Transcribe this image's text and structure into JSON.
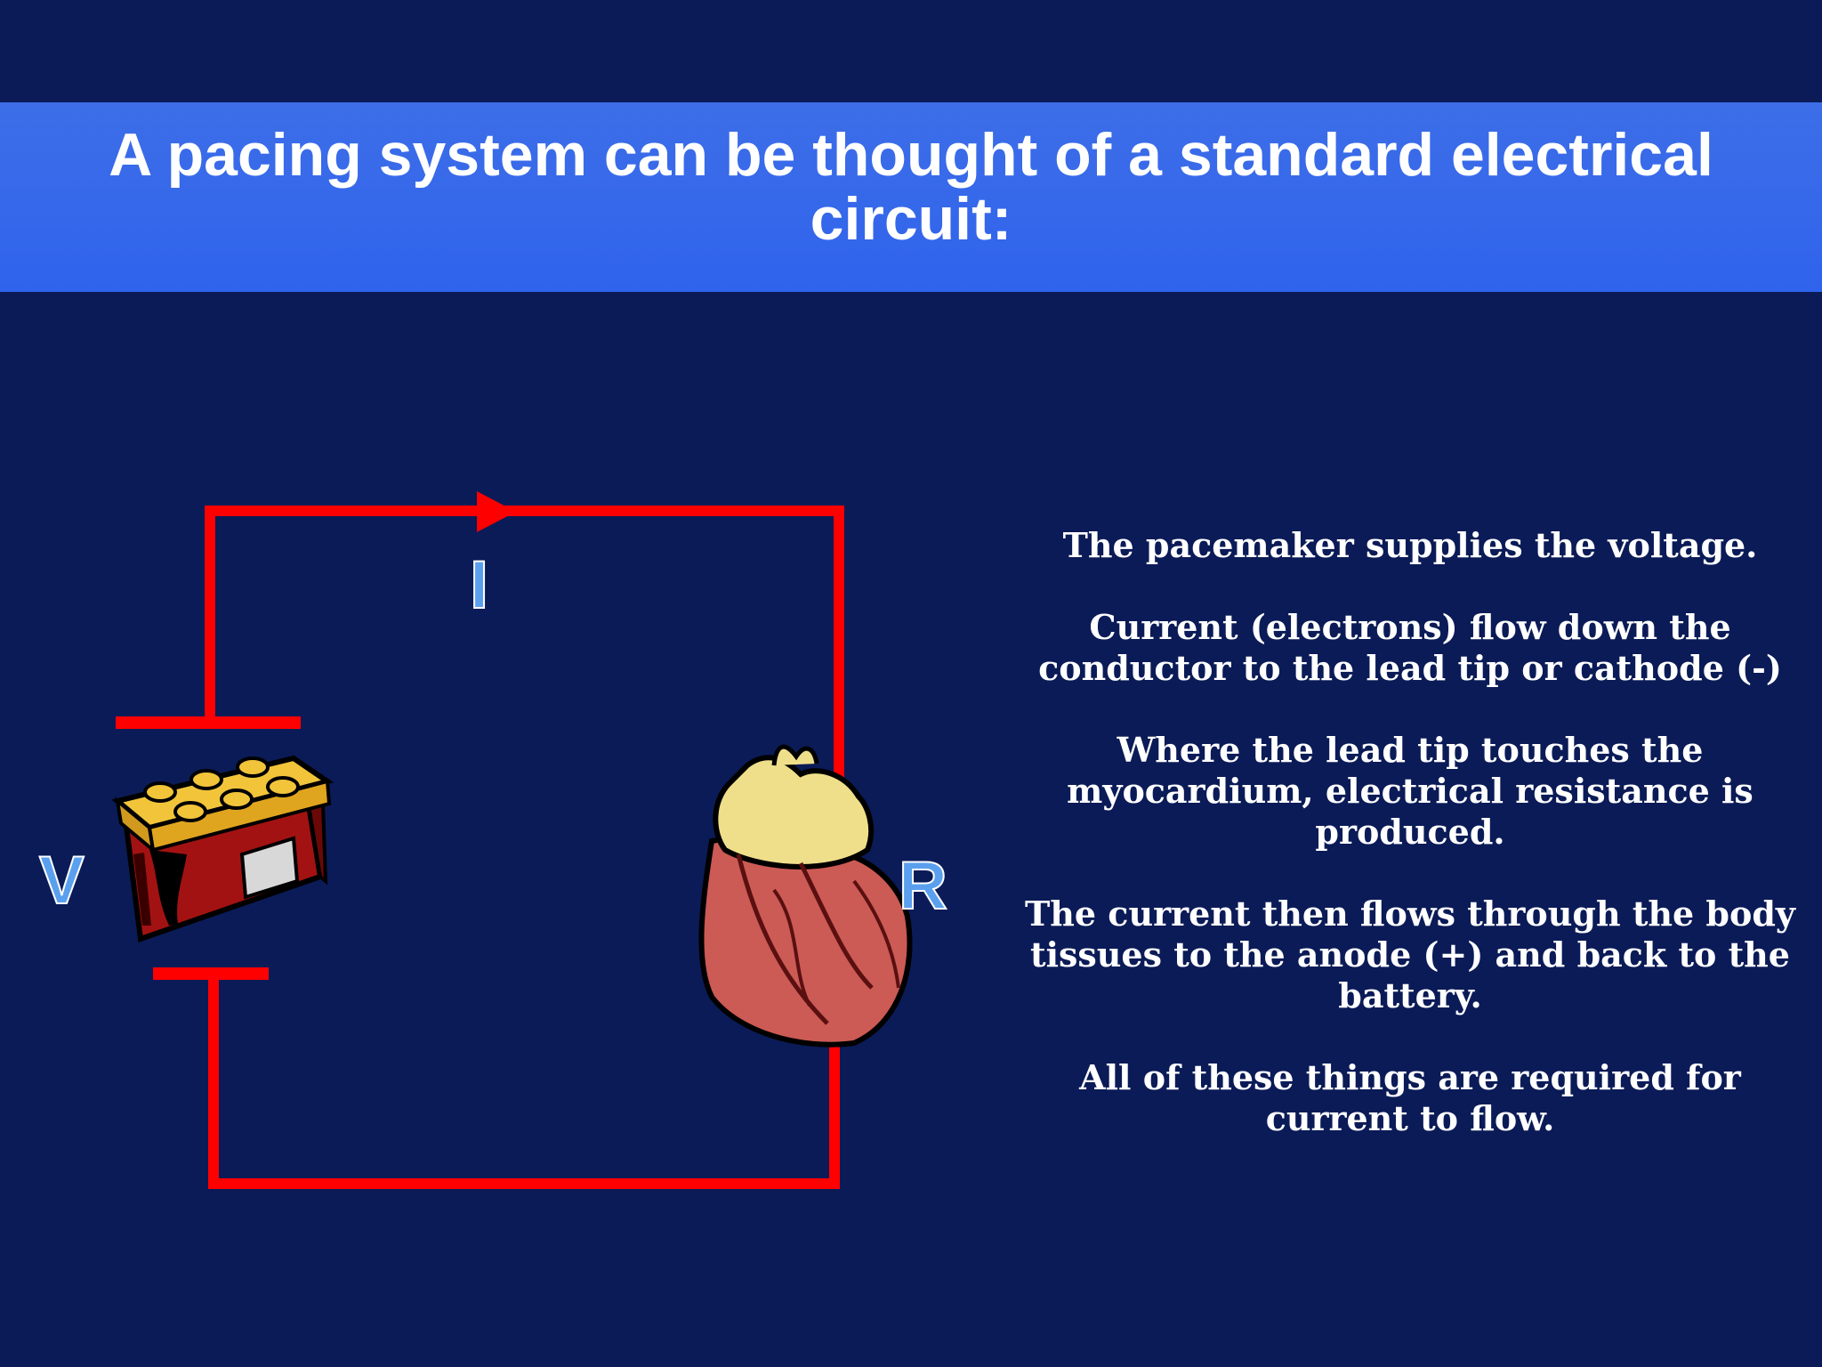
{
  "slide": {
    "title": "A pacing system can be thought of a standard electrical circuit:",
    "background_color": "#0b1b57",
    "title_band_color": "#3366ee"
  },
  "diagram": {
    "wire_color": "#ff0000",
    "label_color": "#4a90e2",
    "label_voltage": "V",
    "label_current": "I",
    "label_resistance": "R",
    "battery_icon": "battery-icon",
    "heart_icon": "heart-icon"
  },
  "body": {
    "paragraphs": [
      "The pacemaker supplies the voltage.",
      "Current (electrons) flow down the conductor to the lead tip or cathode (-)",
      "Where the lead tip touches the myocardium, electrical resistance is produced.",
      "The current then flows through the body tissues to the anode (+) and back to the battery.",
      "All of these things are required for current to flow."
    ]
  }
}
